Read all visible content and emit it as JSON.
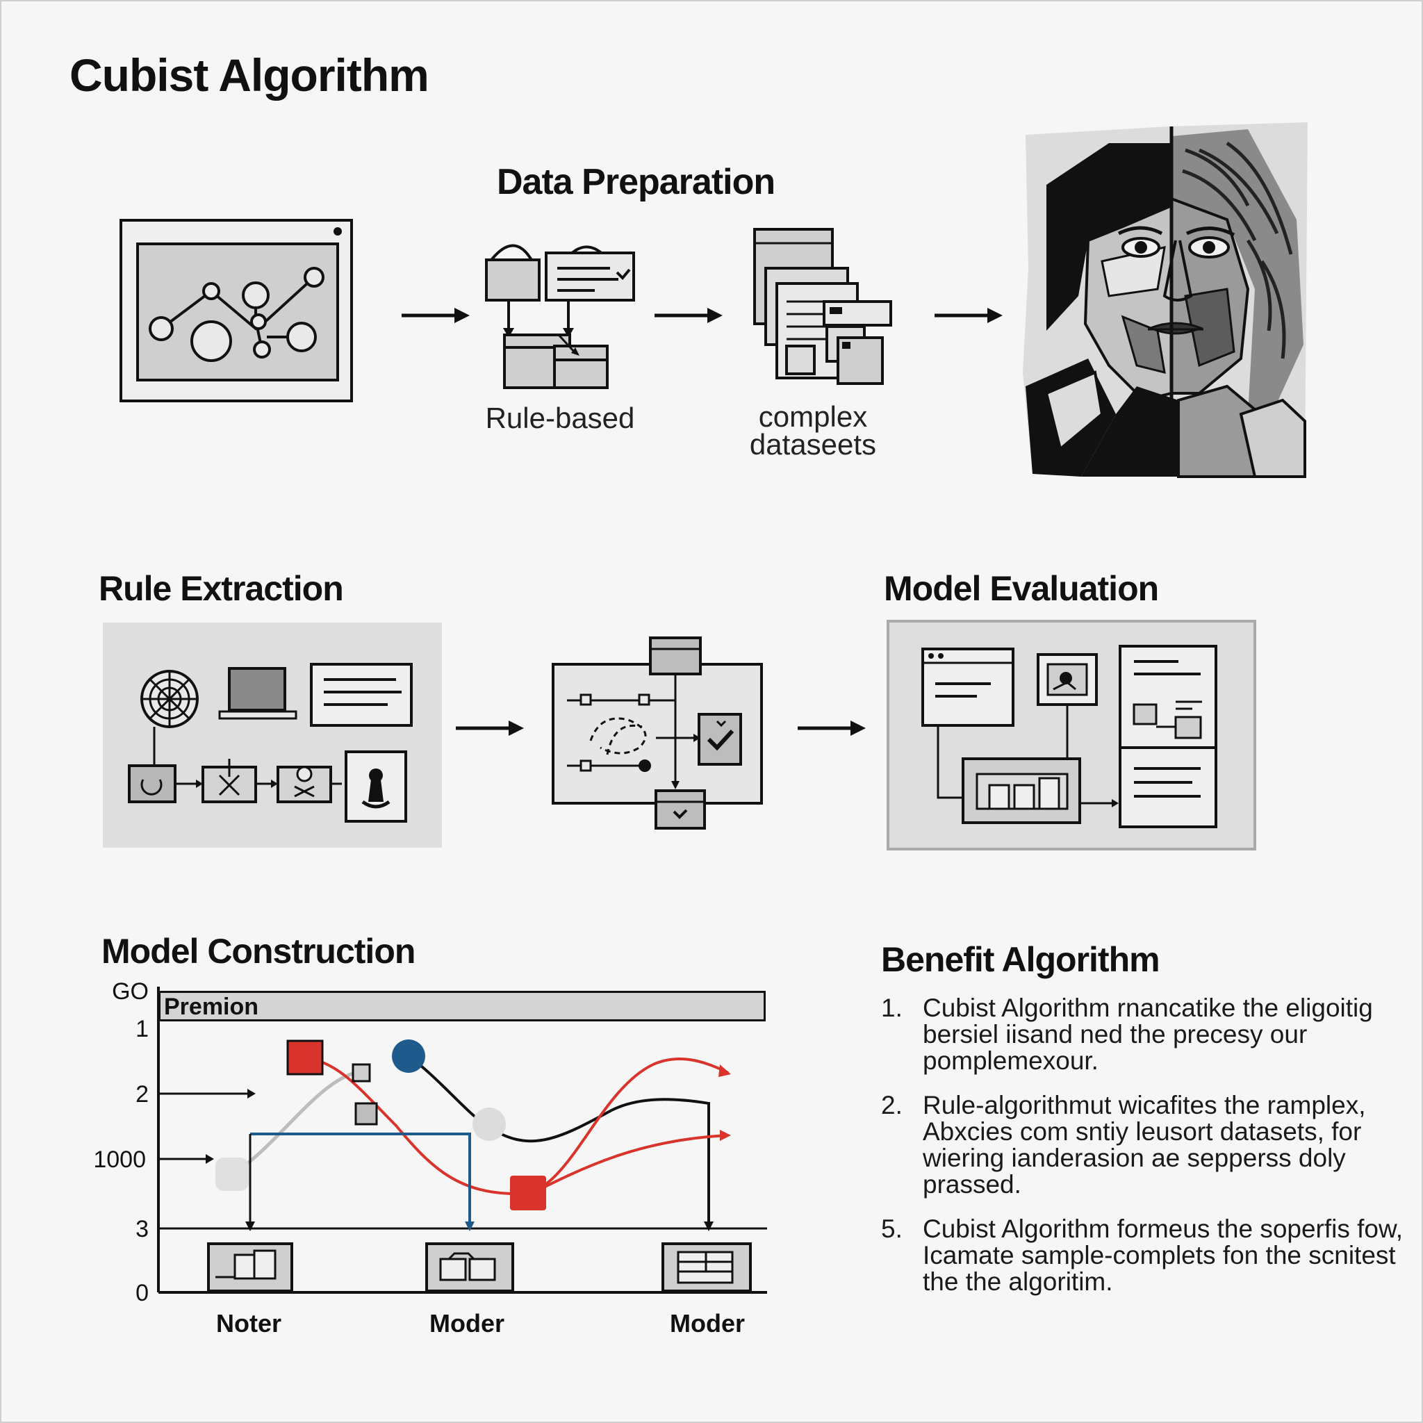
{
  "title": "Cubist Algorithm",
  "sections": {
    "data_preparation": {
      "heading": "Data Preparation",
      "step_labels": [
        "Rule-based",
        "complex\ndataseets"
      ]
    },
    "rule_extraction": {
      "heading": "Rule Extraction"
    },
    "model_evaluation": {
      "heading": "Model Evaluation"
    },
    "model_construction": {
      "heading": "Model Construction",
      "header_bar": "Premion",
      "y_labels": [
        "GO",
        "1",
        "2",
        "1000",
        "3",
        "0"
      ],
      "x_labels": [
        "Noter",
        "Moder",
        "Moder"
      ]
    },
    "benefit_algorithm": {
      "heading": "Benefit Algorithm",
      "items": [
        {
          "num": "1.",
          "text": "Cubist Algorithm rnancatike the eligoitig bersiel iisand ned the precesy our pomplemexour."
        },
        {
          "num": "2.",
          "text": "Rule-algorithmut wicafites the ramplex, Abxcies com sntiy leusort datasets, for wiering ianderasion ae sepperss doly prassed."
        },
        {
          "num": "5.",
          "text": "Cubist Algorithm formeus the soperfis fow, Icamate sample-complets fon the scnitest the the algoritim."
        }
      ]
    }
  },
  "colors": {
    "red": "#d8342c",
    "blue": "#1f5a8c",
    "gray_fill": "#cfcfcf",
    "dark": "#111111"
  },
  "icons": [
    "network-graph-icon",
    "flowchart-icon",
    "documents-stack-icon",
    "cubist-portrait-image",
    "radar-icon",
    "laptop-icon",
    "document-icon",
    "checkbox-icon",
    "dashboard-icon"
  ]
}
